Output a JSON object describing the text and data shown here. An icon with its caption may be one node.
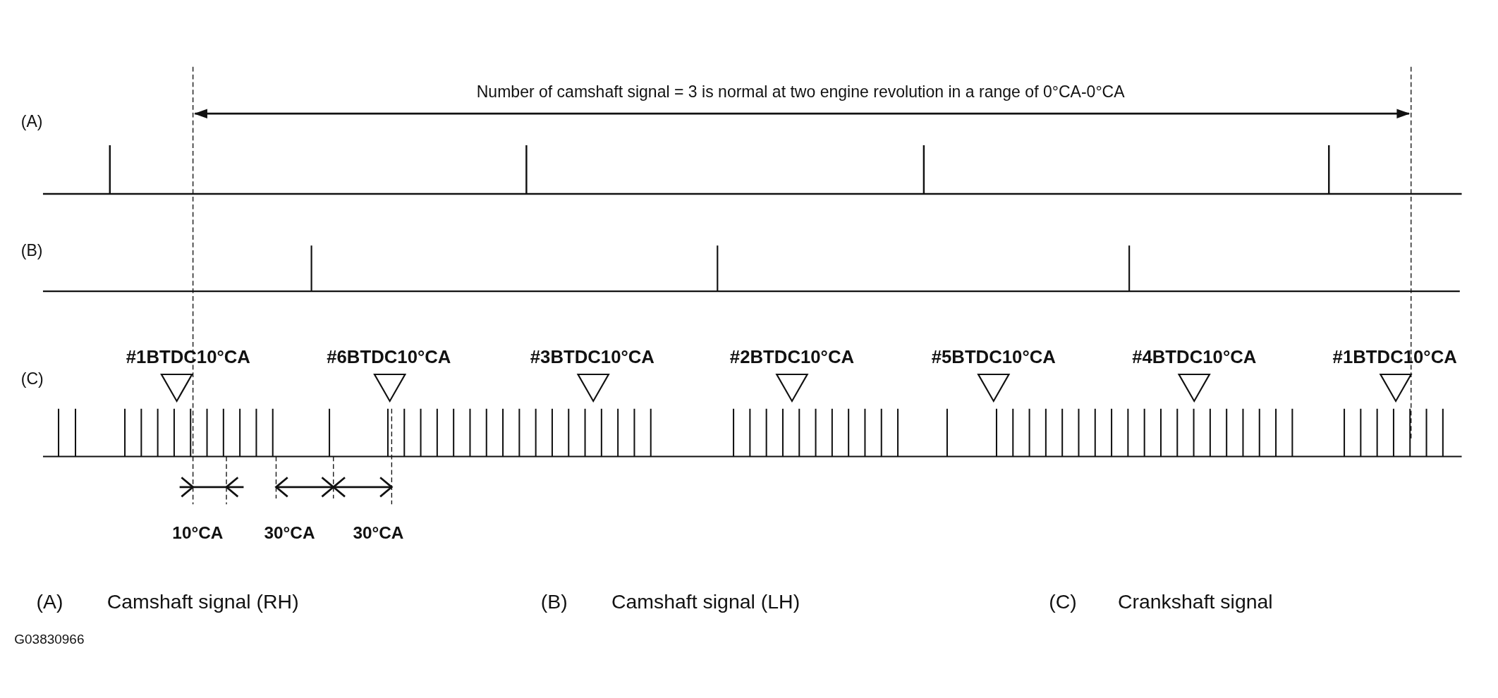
{
  "diagram": {
    "labels": [
      "Number of camshaft signal = 3 is normal at two engine revolution in a range of 0°CA-0°CA",
      "(A)",
      "(B)",
      "#1BTDC10°CA",
      "#6BTDC10°CA",
      "#3BTDC10°CA",
      "#2BTDC10°CA",
      "#5BTDC10°CA",
      "#4BTDC10°CA",
      "#1BTDC10°CA",
      "(C)",
      "10°CA",
      "30°CA",
      "30°CA",
      "(A)",
      "Camshaft signal (RH)",
      "(B)",
      "Camshaft signal (LH)",
      "(C)",
      "Crankshaft signal",
      "G03830966"
    ]
  }
}
